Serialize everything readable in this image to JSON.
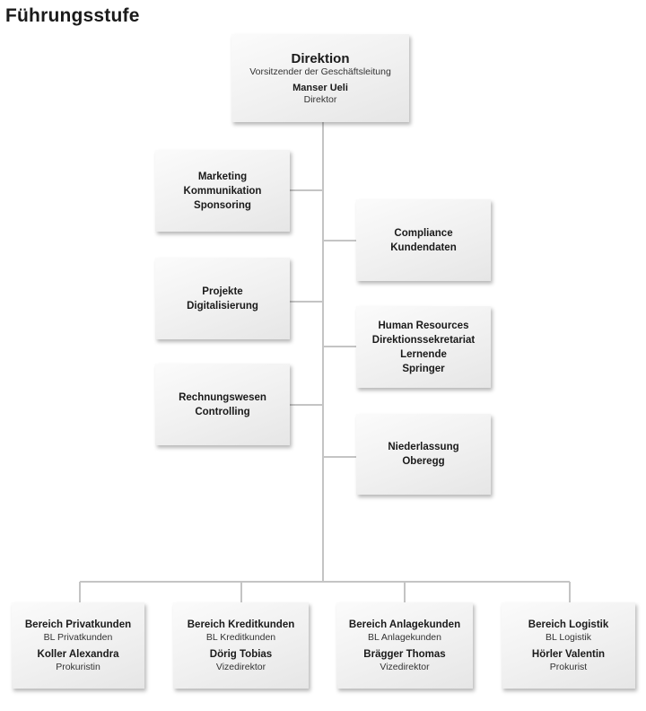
{
  "page_title": "Führungsstufe",
  "direktion": {
    "title": "Direktion",
    "subtitle": "Vorsitzender der Geschäftsleitung",
    "person": "Manser Ueli",
    "role": "Direktor"
  },
  "staff_left": [
    {
      "lines": [
        "Marketing",
        "Kommunikation",
        "Sponsoring"
      ]
    },
    {
      "lines": [
        "Projekte",
        "Digitalisierung"
      ]
    },
    {
      "lines": [
        "Rechnungswesen",
        "Controlling"
      ]
    }
  ],
  "staff_right": [
    {
      "lines": [
        "Compliance",
        "Kundendaten"
      ]
    },
    {
      "lines": [
        "Human Resources",
        "Direktionssekretariat",
        "Lernende",
        "Springer"
      ]
    },
    {
      "lines": [
        "Niederlassung",
        "Oberegg"
      ]
    }
  ],
  "bereiche": [
    {
      "title": "Bereich Privatkunden",
      "unit": "BL Privatkunden",
      "person": "Koller Alexandra",
      "role": "Prokuristin"
    },
    {
      "title": "Bereich Kreditkunden",
      "unit": "BL Kreditkunden",
      "person": "Dörig Tobias",
      "role": "Vizedirektor"
    },
    {
      "title": "Bereich Anlagekunden",
      "unit": "BL Anlagekunden",
      "person": "Brägger Thomas",
      "role": "Vizedirektor"
    },
    {
      "title": "Bereich Logistik",
      "unit": "BL Logistik",
      "person": "Hörler Valentin",
      "role": "Prokurist"
    }
  ]
}
